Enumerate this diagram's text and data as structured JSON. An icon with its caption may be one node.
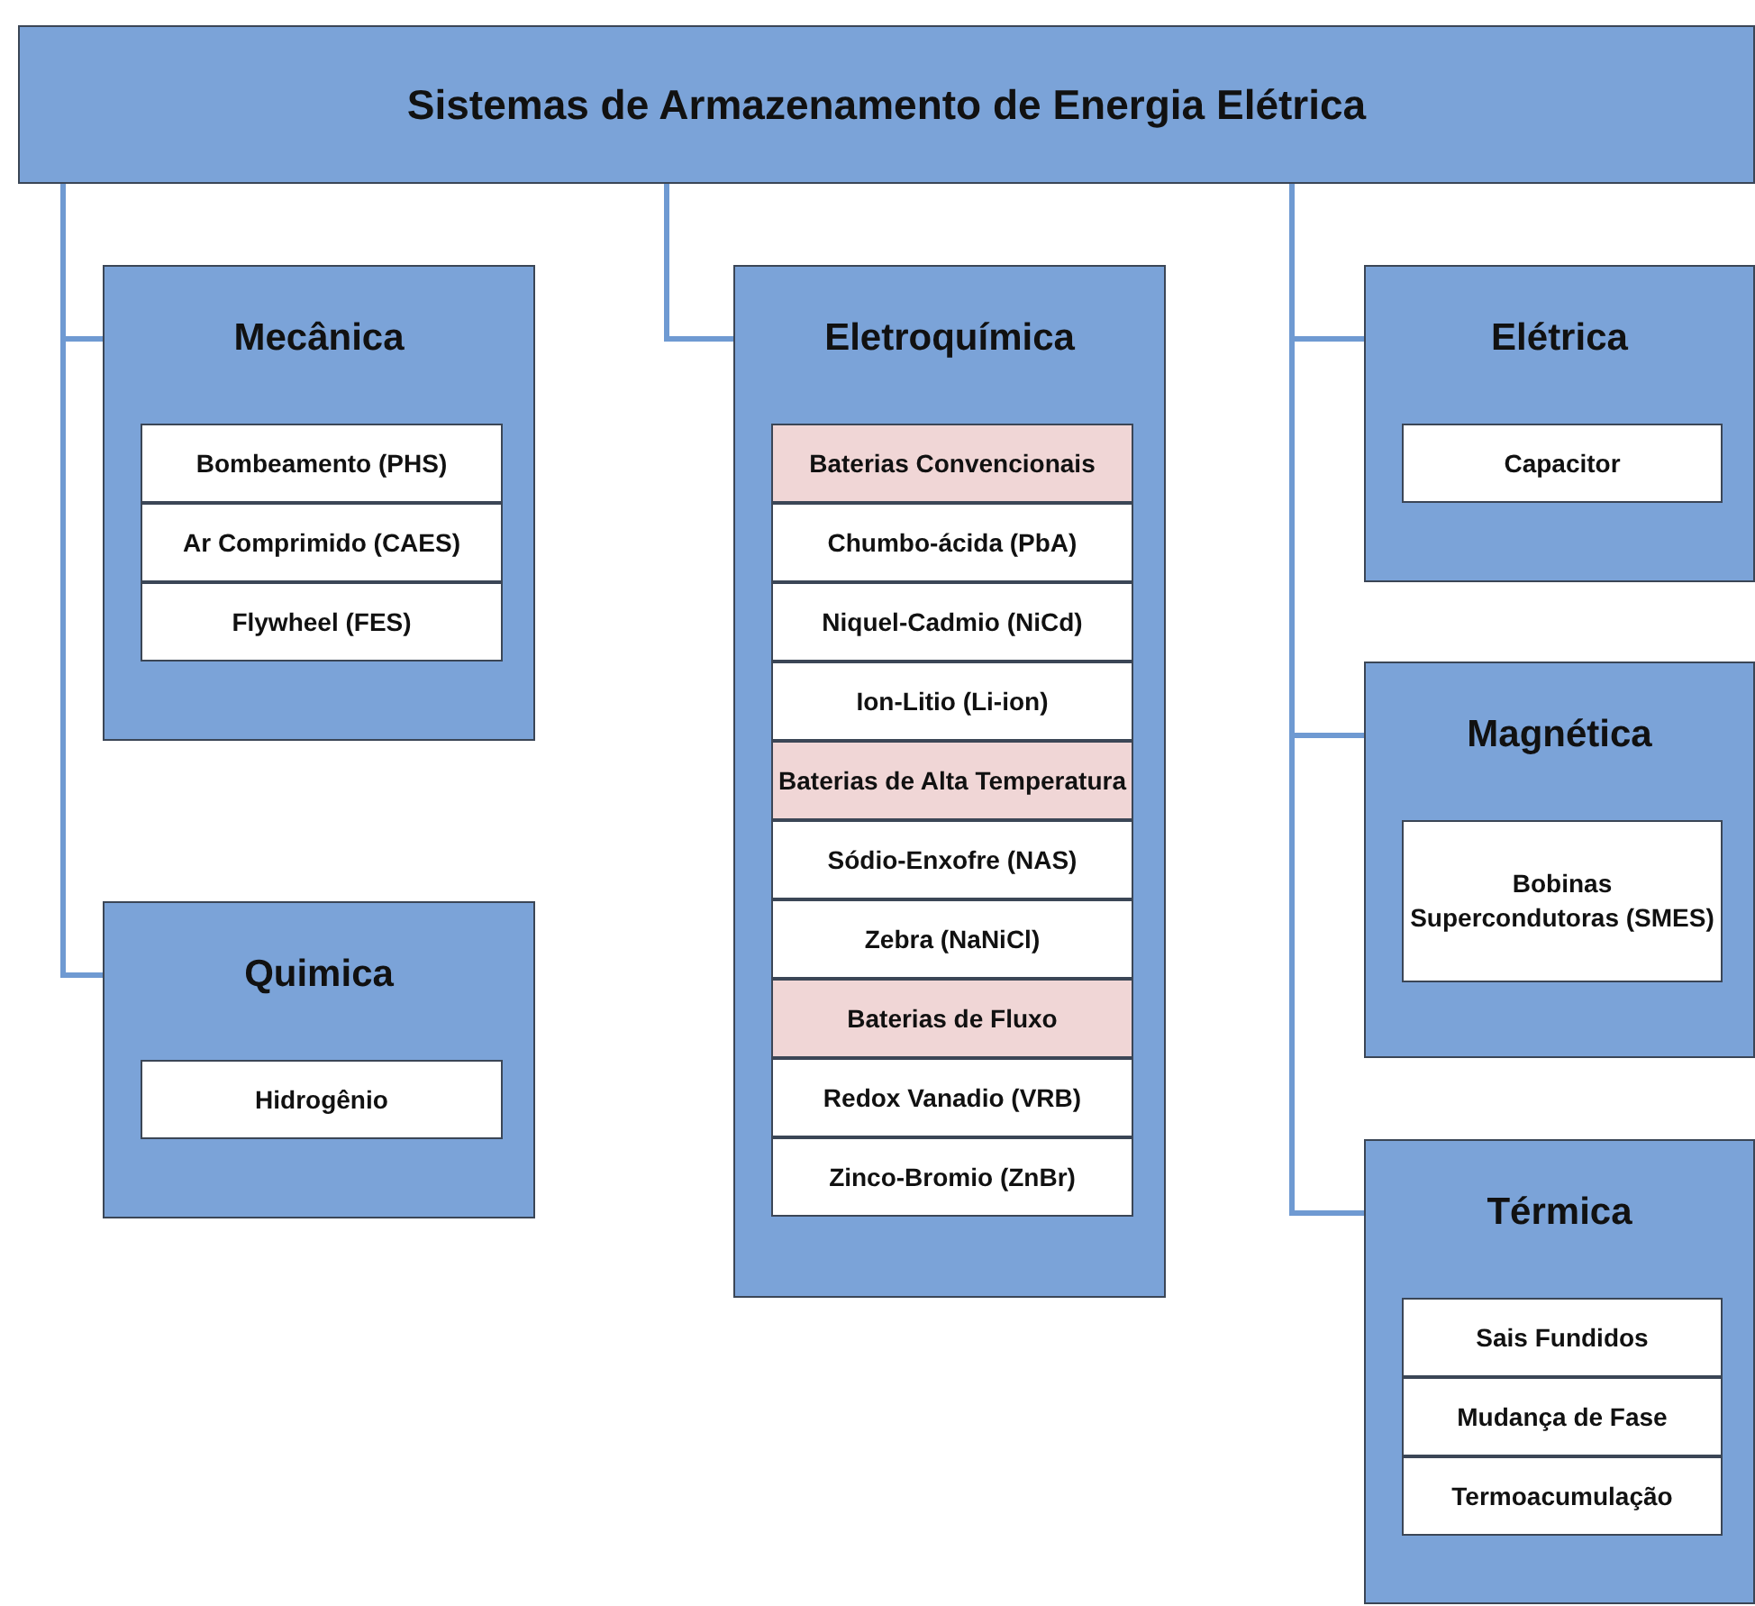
{
  "diagram": {
    "nodes": [
      {
        "text": [
          "Sistemas de Armazenamento de Energia Elétrica"
        ]
      },
      {
        "text": [
          "Mecânica"
        ]
      },
      {
        "text": [
          "Bombeamento (PHS)"
        ],
        "in": 1
      },
      {
        "text": [
          "Ar Comprimido (CAES)"
        ],
        "in": 1
      },
      {
        "text": [
          "Flywheel (FES)"
        ],
        "in": 1
      },
      {
        "text": [
          "Quimica"
        ]
      },
      {
        "text": [
          "Hidrogênio"
        ],
        "in": 5
      },
      {
        "text": [
          "Eletroquímica"
        ]
      },
      {
        "text": [
          "Baterias Convencionais"
        ],
        "in": 7
      },
      {
        "text": [
          "Chumbo-ácida (PbA)"
        ],
        "in": 7
      },
      {
        "text": [
          "Niquel-Cadmio (NiCd)"
        ],
        "in": 7
      },
      {
        "text": [
          "Ion-Litio (Li-ion)"
        ],
        "in": 7
      },
      {
        "text": [
          "Baterias de Alta Temperatura"
        ],
        "in": 7
      },
      {
        "text": [
          "Sódio-Enxofre (NAS)"
        ],
        "in": 7
      },
      {
        "text": [
          "Zebra (NaNiCl)"
        ],
        "in": 7
      },
      {
        "text": [
          "Baterias de Fluxo"
        ],
        "in": 7
      },
      {
        "text": [
          "Redox Vanadio (VRB)"
        ],
        "in": 7
      },
      {
        "text": [
          "Zinco-Bromio (ZnBr)"
        ],
        "in": 7
      },
      {
        "text": [
          "Elétrica"
        ]
      },
      {
        "text": [
          "Capacitor"
        ],
        "in": 18
      },
      {
        "text": [
          "Magnética"
        ]
      },
      {
        "text": [
          "Bobinas Supercondutoras (SMES)"
        ],
        "in": 20
      },
      {
        "text": [
          "Térmica"
        ]
      },
      {
        "text": [
          "Sais Fundidos"
        ],
        "in": 22
      },
      {
        "text": [
          "Mudança de Fase"
        ],
        "in": 22
      },
      {
        "text": [
          "Termoacumulação"
        ],
        "in": 22
      }
    ],
    "edges": [
      {
        "from": 0,
        "to": 1,
        "arrow": "none"
      },
      {
        "from": 0,
        "to": 5,
        "arrow": "none"
      },
      {
        "from": 0,
        "to": 7,
        "arrow": "none"
      },
      {
        "from": 0,
        "to": 18,
        "arrow": "none"
      },
      {
        "from": 0,
        "to": 20,
        "arrow": "none"
      },
      {
        "from": 0,
        "to": 22,
        "arrow": "none"
      }
    ]
  }
}
